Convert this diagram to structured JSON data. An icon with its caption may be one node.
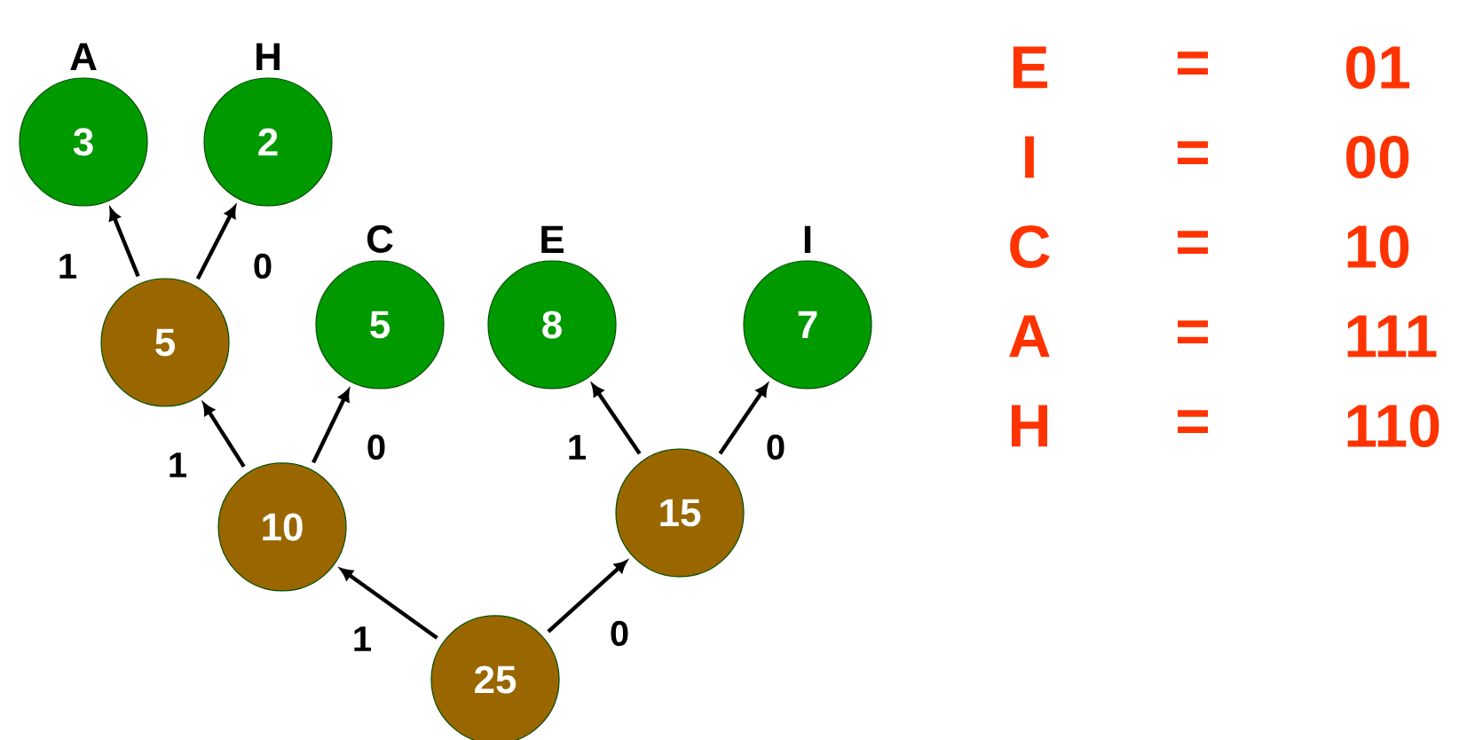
{
  "diagram": {
    "nodes": [
      {
        "text": [
          "A",
          "3"
        ]
      },
      {
        "text": [
          "H",
          "2"
        ]
      },
      {
        "text": [
          "5"
        ]
      },
      {
        "text": [
          "C",
          "5"
        ]
      },
      {
        "text": [
          "E",
          "8"
        ]
      },
      {
        "text": [
          "I",
          "7"
        ]
      },
      {
        "text": [
          "10"
        ]
      },
      {
        "text": [
          "15"
        ]
      },
      {
        "text": [
          "25"
        ]
      }
    ],
    "edges": [
      {
        "from": 2,
        "to": 0,
        "arrow": "to",
        "label": "1"
      },
      {
        "from": 2,
        "to": 1,
        "arrow": "to",
        "label": "0"
      },
      {
        "from": 6,
        "to": 2,
        "arrow": "to",
        "label": "1"
      },
      {
        "from": 6,
        "to": 3,
        "arrow": "to",
        "label": "0"
      },
      {
        "from": 7,
        "to": 4,
        "arrow": "to",
        "label": "1"
      },
      {
        "from": 7,
        "to": 5,
        "arrow": "to",
        "label": "0"
      },
      {
        "from": 8,
        "to": 6,
        "arrow": "to",
        "label": "1"
      },
      {
        "from": 8,
        "to": 7,
        "arrow": "to",
        "label": "0"
      }
    ],
    "labels": [
      "E",
      "=",
      "01",
      "I",
      "=",
      "00",
      "C",
      "=",
      "10",
      "A",
      "=",
      "111",
      "H",
      "=",
      "110"
    ]
  }
}
